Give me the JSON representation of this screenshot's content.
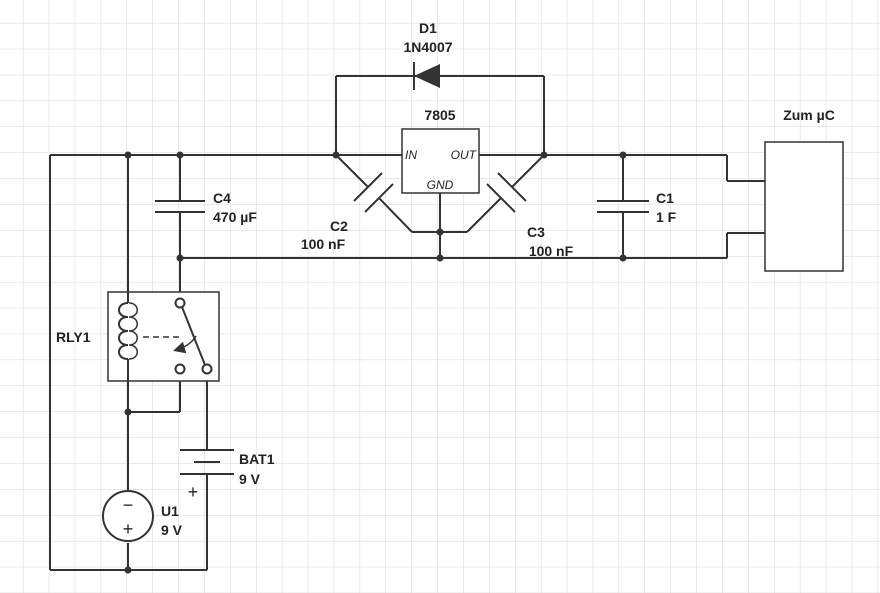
{
  "colors": {
    "wire": "#333333",
    "grid": "#d6d6d6",
    "background": "#ffffff"
  },
  "components": {
    "d1": {
      "ref": "D1",
      "value": "1N4007"
    },
    "regulator": {
      "name": "7805",
      "pin_in": "IN",
      "pin_out": "OUT",
      "pin_gnd": "GND"
    },
    "c4": {
      "ref": "C4",
      "value": "470 µF"
    },
    "c2": {
      "ref": "C2",
      "value": "100 nF"
    },
    "c3": {
      "ref": "C3",
      "value": "100 nF"
    },
    "c1": {
      "ref": "C1",
      "value": "1 F"
    },
    "rly1": {
      "ref": "RLY1"
    },
    "bat1": {
      "ref": "BAT1",
      "value": "9 V",
      "plus": "+"
    },
    "u1": {
      "ref": "U1",
      "value": "9 V",
      "minus": "−",
      "plus": "+"
    },
    "connector": {
      "label": "Zum µC"
    }
  }
}
